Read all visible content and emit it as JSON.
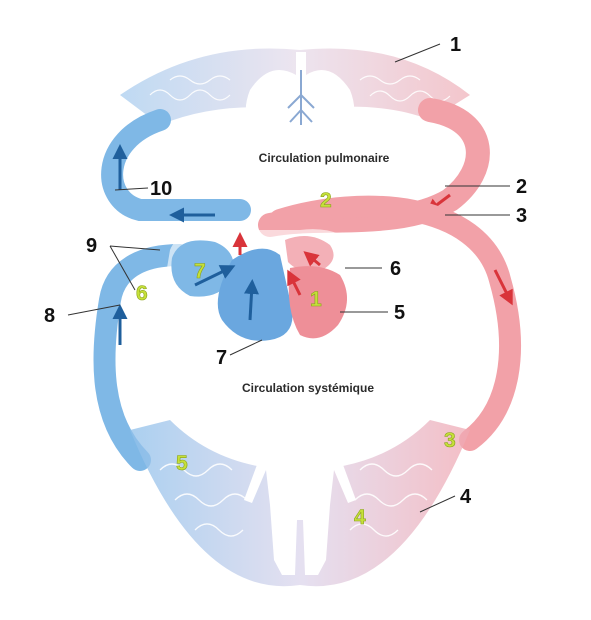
{
  "titles": {
    "pulmonary": "Circulation pulmonaire",
    "systemic": "Circulation systémique"
  },
  "callouts": [
    "1",
    "2",
    "3",
    "4",
    "5",
    "6",
    "7",
    "8",
    "9",
    "10"
  ],
  "stage_markers": [
    "1",
    "2",
    "3",
    "4",
    "5",
    "6",
    "7"
  ],
  "colors": {
    "oxygenated": "#f2a1a8",
    "oxygenated_dark": "#e8737c",
    "deoxygenated": "#7fb8e6",
    "deoxygenated_dark": "#3d86c9",
    "arrow_red": "#d9343a",
    "arrow_blue": "#1f5f9c",
    "marker_green": "#c6e03a"
  }
}
